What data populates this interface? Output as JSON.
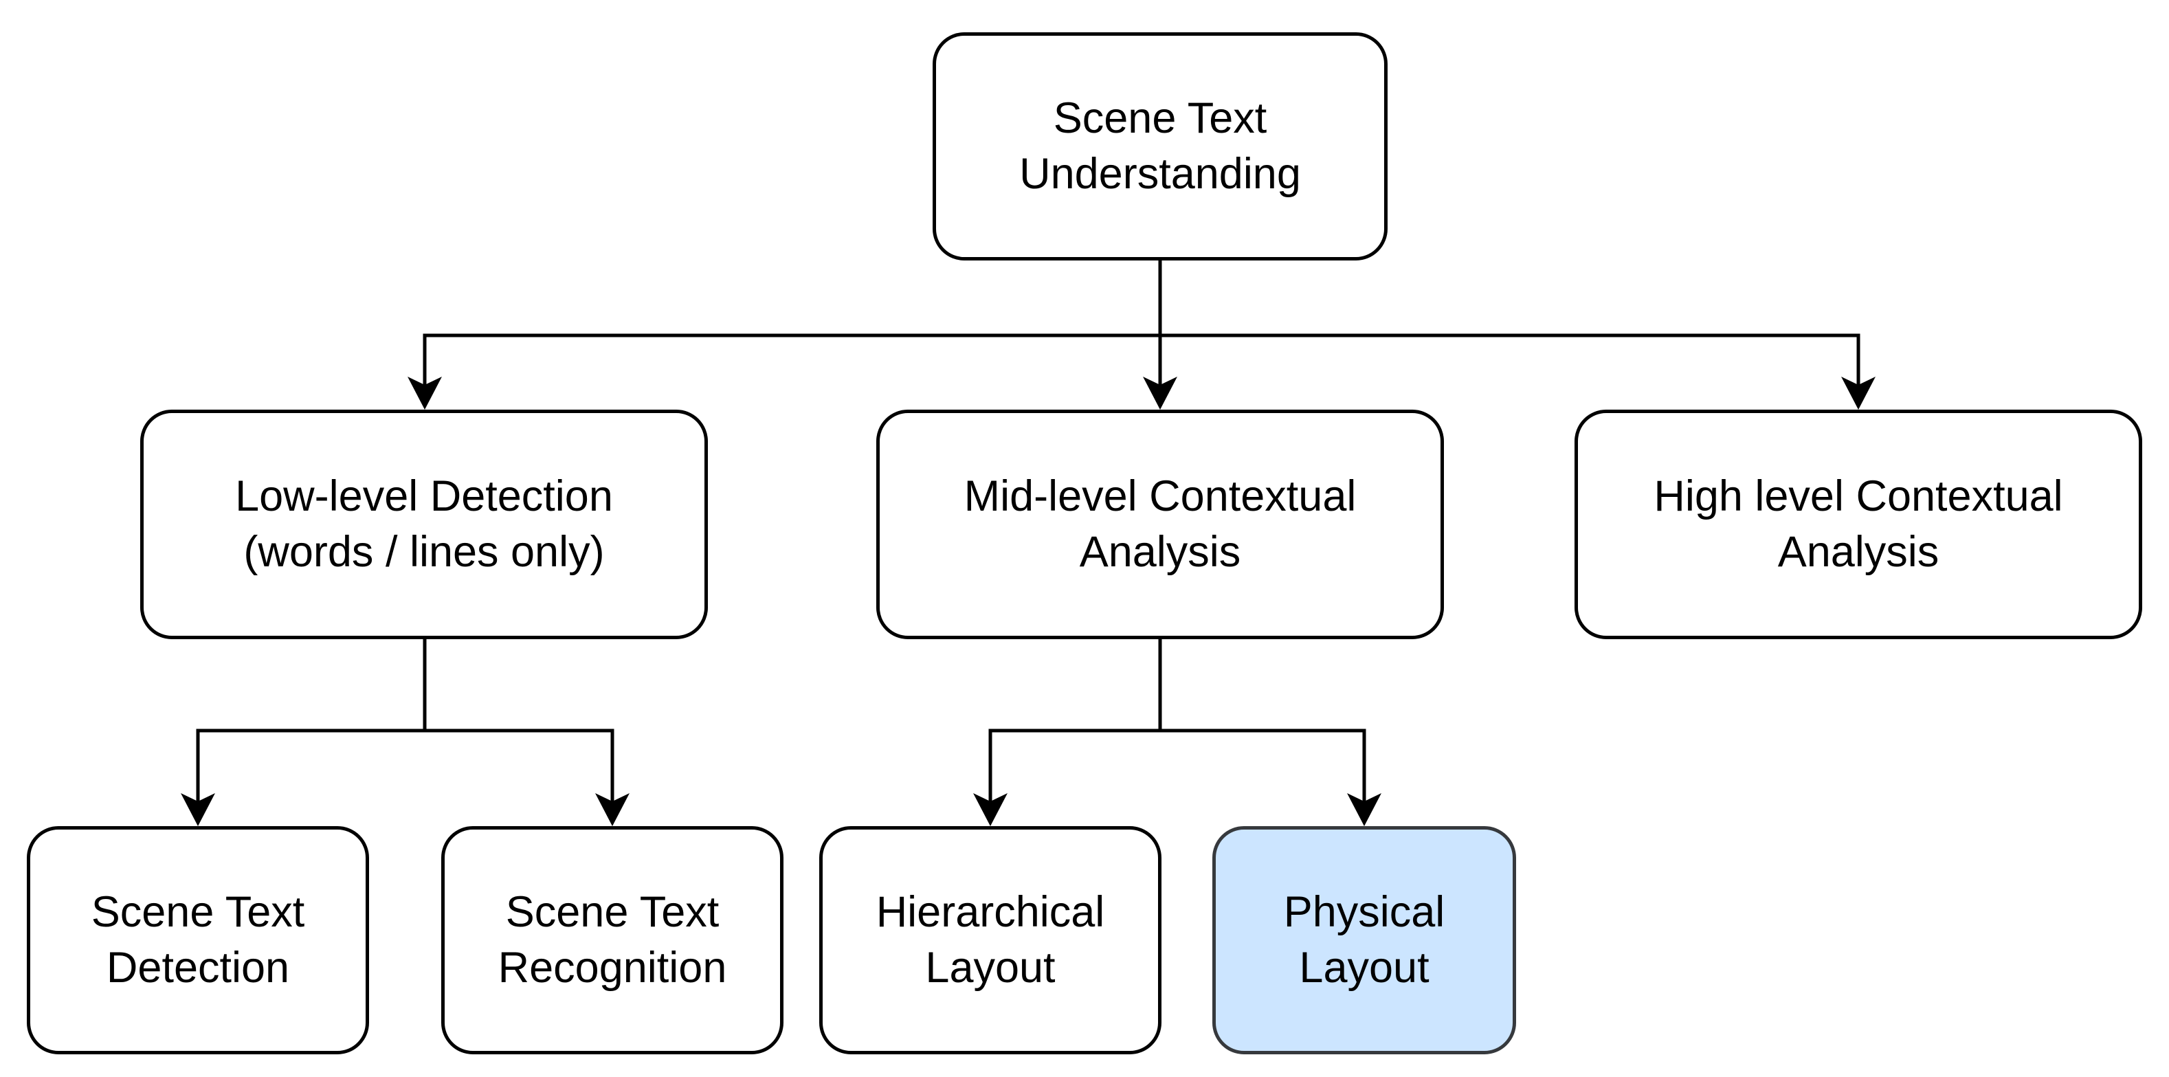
{
  "diagram": {
    "colors": {
      "stroke": "#000000",
      "node_fill": "#ffffff",
      "highlight_fill": "#cce5ff",
      "highlight_stroke": "#36393d"
    },
    "nodes": {
      "root": {
        "label": "Scene Text\nUnderstanding"
      },
      "low_level": {
        "label": "Low-level Detection\n(words / lines only)"
      },
      "mid_level": {
        "label": "Mid-level Contextual\nAnalysis"
      },
      "high_level": {
        "label": "High level Contextual\nAnalysis"
      },
      "scene_text_detection": {
        "label": "Scene Text\nDetection"
      },
      "scene_text_recognition": {
        "label": "Scene Text\nRecognition"
      },
      "hierarchical_layout": {
        "label": "Hierarchical\nLayout"
      },
      "physical_layout": {
        "label": "Physical\nLayout"
      }
    },
    "edges": [
      {
        "from": "root",
        "to": "low_level"
      },
      {
        "from": "root",
        "to": "mid_level"
      },
      {
        "from": "root",
        "to": "high_level"
      },
      {
        "from": "low_level",
        "to": "scene_text_detection"
      },
      {
        "from": "low_level",
        "to": "scene_text_recognition"
      },
      {
        "from": "mid_level",
        "to": "hierarchical_layout"
      },
      {
        "from": "mid_level",
        "to": "physical_layout"
      }
    ]
  }
}
